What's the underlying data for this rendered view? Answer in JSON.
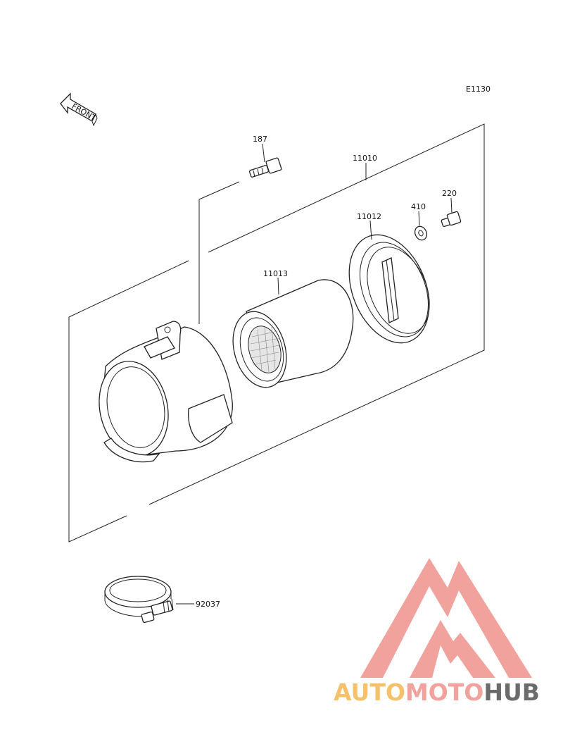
{
  "diagram": {
    "code": "E1130",
    "front_label": "FRONT",
    "callouts": {
      "bolt_top": "187",
      "assembly": "11010",
      "cover": "11012",
      "washer": "410",
      "bolt_small": "220",
      "element": "11013",
      "clamp": "92037"
    }
  },
  "watermark": {
    "part1": "AUTO",
    "part2": "MOTO",
    "part3": "HUB",
    "color1": "#f5c26b",
    "color2": "#f2a29c",
    "color3": "#6b6b6b",
    "logo_color": "#f2a29c"
  }
}
